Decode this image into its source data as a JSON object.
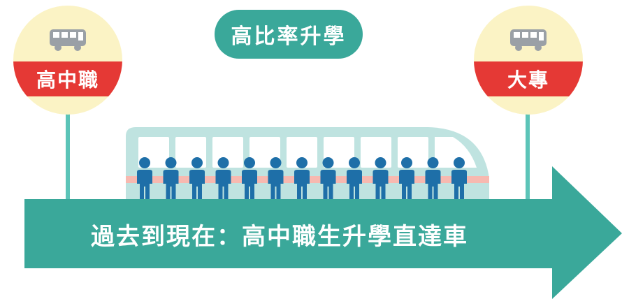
{
  "stops": {
    "left": {
      "label": "高中職",
      "icon": "bus-icon"
    },
    "right": {
      "label": "大專",
      "icon": "bus-icon"
    }
  },
  "badge": {
    "label": "高比率升學"
  },
  "arrow": {
    "label": "過去到現在：高中職生升學直達車"
  },
  "tram": {
    "passenger_count": 13,
    "icon": "train-icon",
    "person_icon": "person-icon"
  },
  "colors": {
    "teal": "#3aa89a",
    "pole": "#5cc4b8",
    "red": "#e53935",
    "cream": "#fbf3c5",
    "tram_body": "#bfe3e0",
    "tram_stripe": "#f7b9b0",
    "passenger": "#1e6fa8"
  }
}
